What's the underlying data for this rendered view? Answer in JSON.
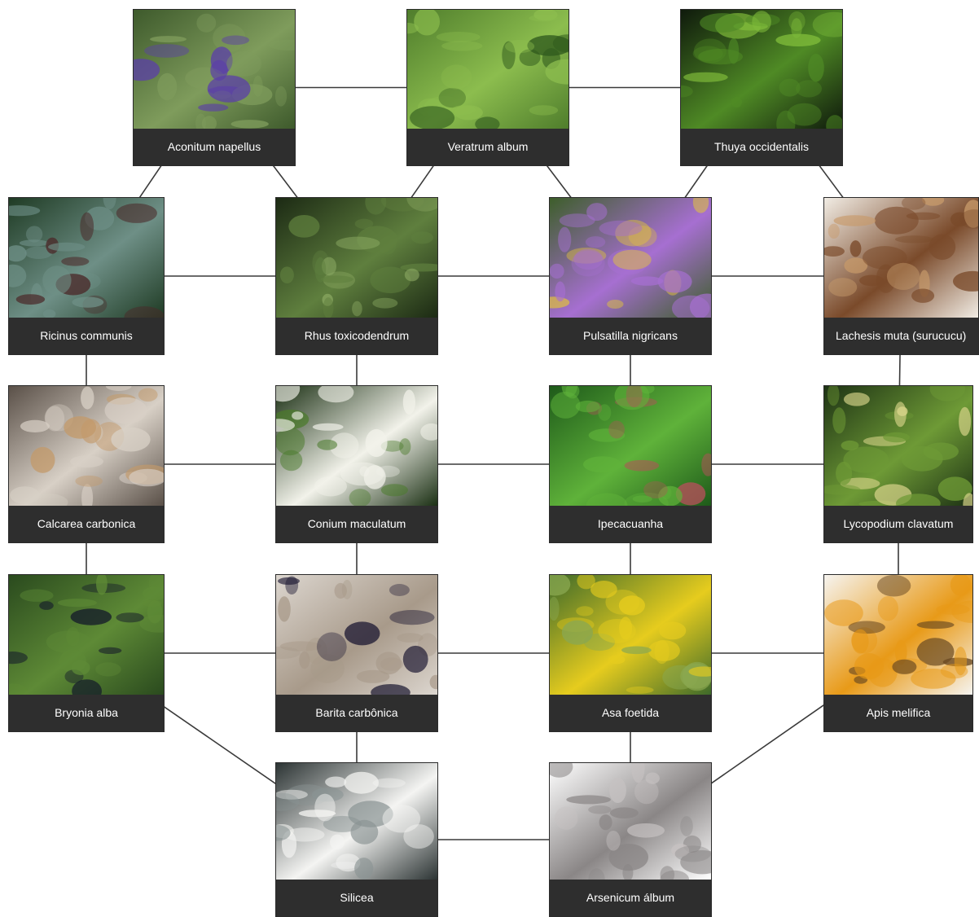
{
  "nodes": [
    {
      "id": "aconitum",
      "label": "Aconitum napellus",
      "image": "aconitum-flower-photo",
      "colors": [
        "#3e5a2c",
        "#7f9c5c",
        "#5b3fa8"
      ]
    },
    {
      "id": "veratrum",
      "label": "Veratrum album",
      "image": "veratrum-leaves-photo",
      "colors": [
        "#4f7d2c",
        "#8cbd4e",
        "#2f5a1d"
      ]
    },
    {
      "id": "thuya",
      "label": "Thuya occidentalis",
      "image": "thuya-foliage-photo",
      "colors": [
        "#0f1a0c",
        "#4f8a25",
        "#7fbb3a"
      ]
    },
    {
      "id": "ricinus",
      "label": "Ricinus communis",
      "image": "ricinus-plant-photo",
      "colors": [
        "#1f3b24",
        "#6e8f86",
        "#4b2a2a"
      ]
    },
    {
      "id": "rhus",
      "label": "Rhus toxicodendrum",
      "image": "rhus-leaves-photo",
      "colors": [
        "#1c2a14",
        "#5f7f3e",
        "#8aa862"
      ]
    },
    {
      "id": "pulsatilla",
      "label": "Pulsatilla nigricans",
      "image": "pulsatilla-flower-photo",
      "colors": [
        "#3d5e2a",
        "#a66fd1",
        "#e4c43a"
      ]
    },
    {
      "id": "lachesis",
      "label": "Lachesis muta (surucucu)",
      "image": "lachesis-snake-photo",
      "colors": [
        "#f1ece4",
        "#7a4a2a",
        "#c79a6a"
      ]
    },
    {
      "id": "calcarea",
      "label": "Calcarea carbonica",
      "image": "calcarea-shells-photo",
      "colors": [
        "#5a5048",
        "#d8d0c6",
        "#c39a6a"
      ]
    },
    {
      "id": "conium",
      "label": "Conium maculatum",
      "image": "conium-flowers-photo",
      "colors": [
        "#1b3014",
        "#f2f2ea",
        "#4a7a2a"
      ]
    },
    {
      "id": "ipecacuanha",
      "label": "Ipecacuanha",
      "image": "ipecacuanha-leaves-photo",
      "colors": [
        "#1e5a1a",
        "#5fb23a",
        "#b4505a"
      ]
    },
    {
      "id": "lycopodium",
      "label": "Lycopodium clavatum",
      "image": "lycopodium-plant-photo",
      "colors": [
        "#1d3214",
        "#6e9a36",
        "#d8d48a"
      ]
    },
    {
      "id": "bryonia",
      "label": "Bryonia alba",
      "image": "bryonia-berries-photo",
      "colors": [
        "#2a4a1e",
        "#5e8a36",
        "#141a2a"
      ]
    },
    {
      "id": "barita",
      "label": "Barita carbônica",
      "image": "barita-crystals-photo",
      "colors": [
        "#dcd6cf",
        "#a89a8a",
        "#1a1630"
      ]
    },
    {
      "id": "asa",
      "label": "Asa foetida",
      "image": "asa-foetida-flowers-photo",
      "colors": [
        "#3e6a2a",
        "#e6cc1e",
        "#8aa850"
      ]
    },
    {
      "id": "apis",
      "label": "Apis melifica",
      "image": "bee-on-flower-photo",
      "colors": [
        "#f6f4f0",
        "#e89a18",
        "#6a4a22"
      ]
    },
    {
      "id": "silicea",
      "label": "Silicea",
      "image": "silicea-powder-photo",
      "colors": [
        "#2c3434",
        "#f4f4f2",
        "#8a9494"
      ]
    },
    {
      "id": "arsenicum",
      "label": "Arsenicum álbum",
      "image": "arsenicum-powder-photo",
      "colors": [
        "#ffffff",
        "#8a8686",
        "#c6c2c2"
      ]
    }
  ],
  "edges": [
    [
      "aconitum",
      "veratrum"
    ],
    [
      "veratrum",
      "thuya"
    ],
    [
      "aconitum",
      "ricinus"
    ],
    [
      "aconitum",
      "rhus"
    ],
    [
      "veratrum",
      "rhus"
    ],
    [
      "veratrum",
      "pulsatilla"
    ],
    [
      "thuya",
      "pulsatilla"
    ],
    [
      "thuya",
      "lachesis"
    ],
    [
      "ricinus",
      "rhus"
    ],
    [
      "rhus",
      "pulsatilla"
    ],
    [
      "pulsatilla",
      "lachesis"
    ],
    [
      "ricinus",
      "calcarea"
    ],
    [
      "rhus",
      "conium"
    ],
    [
      "pulsatilla",
      "ipecacuanha"
    ],
    [
      "lachesis",
      "lycopodium"
    ],
    [
      "calcarea",
      "conium"
    ],
    [
      "conium",
      "ipecacuanha"
    ],
    [
      "ipecacuanha",
      "lycopodium"
    ],
    [
      "calcarea",
      "bryonia"
    ],
    [
      "conium",
      "barita"
    ],
    [
      "ipecacuanha",
      "asa"
    ],
    [
      "lycopodium",
      "apis"
    ],
    [
      "bryonia",
      "barita"
    ],
    [
      "barita",
      "asa"
    ],
    [
      "asa",
      "apis"
    ],
    [
      "bryonia",
      "silicea"
    ],
    [
      "barita",
      "silicea"
    ],
    [
      "asa",
      "arsenicum"
    ],
    [
      "apis",
      "arsenicum"
    ],
    [
      "silicea",
      "arsenicum"
    ]
  ],
  "style": {
    "edge_color": "#3a3a3a",
    "caption_background": "#2e2e2e",
    "caption_text": "#ffffff"
  }
}
